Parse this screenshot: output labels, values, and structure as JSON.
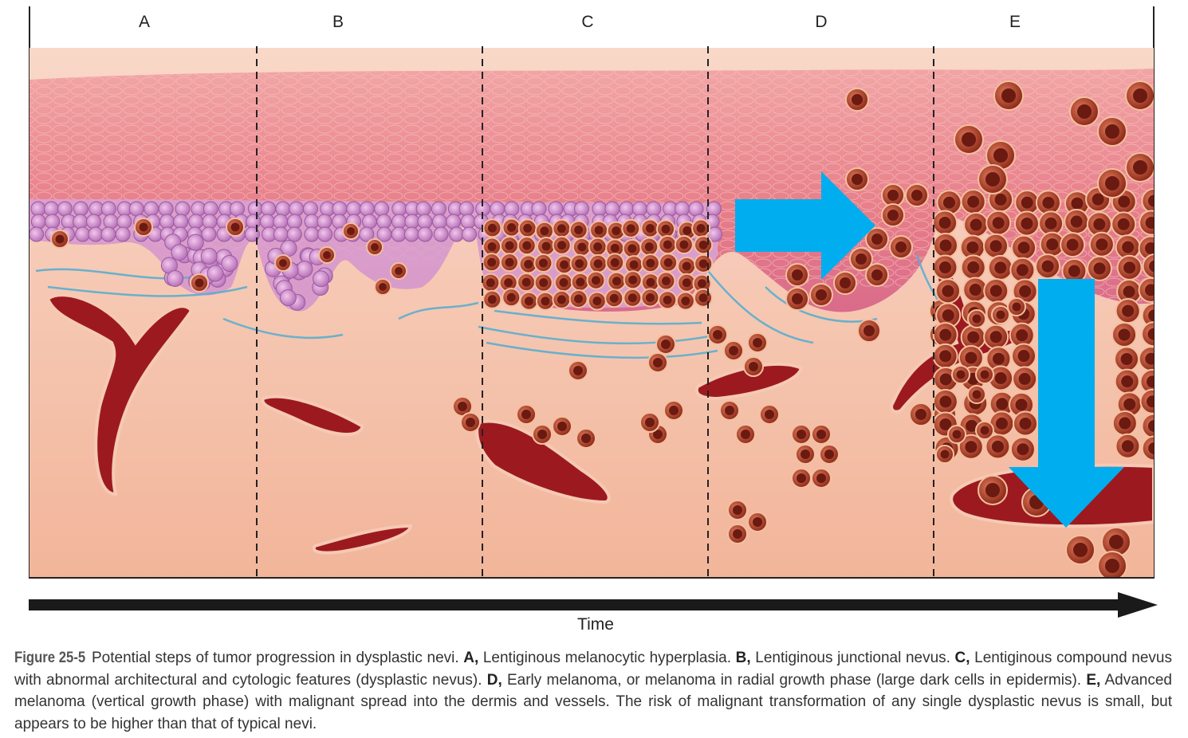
{
  "panels": [
    {
      "label": "A"
    },
    {
      "label": "B"
    },
    {
      "label": "C"
    },
    {
      "label": "D"
    },
    {
      "label": "E"
    }
  ],
  "axis": {
    "label": "Time"
  },
  "caption": {
    "figure_label": "Figure 25-5",
    "intro": " Potential steps of tumor progression in dysplastic nevi. ",
    "a_key": "A,",
    "a_text": " Lentiginous melanocytic hyperplasia. ",
    "b_key": "B,",
    "b_text": " Lentiginous junctional nevus. ",
    "c_key": "C,",
    "c_text": " Lentiginous compound nevus with abnormal architectural and cytologic features (dysplastic nevus). ",
    "d_key": "D,",
    "d_text": " Early melanoma, or melanoma in radial growth phase (large dark cells in epidermis). ",
    "e_key": "E,",
    "e_text": " Advanced melanoma (vertical growth phase) with malignant spread into the dermis and vessels. The risk of malignant transformation of any single dysplastic nevus is small, but appears to be higher than that of typical nevi."
  },
  "colors": {
    "dermis": "#f5c2a8",
    "epidermis": "#e9838a",
    "basal_layer": "#c99bcf",
    "melanocyte": "#a63a22",
    "vessel": "#9c1a1f",
    "fiber": "#5aaed0",
    "arrow": "#00aeef",
    "time_arrow": "#1a1a1a"
  }
}
